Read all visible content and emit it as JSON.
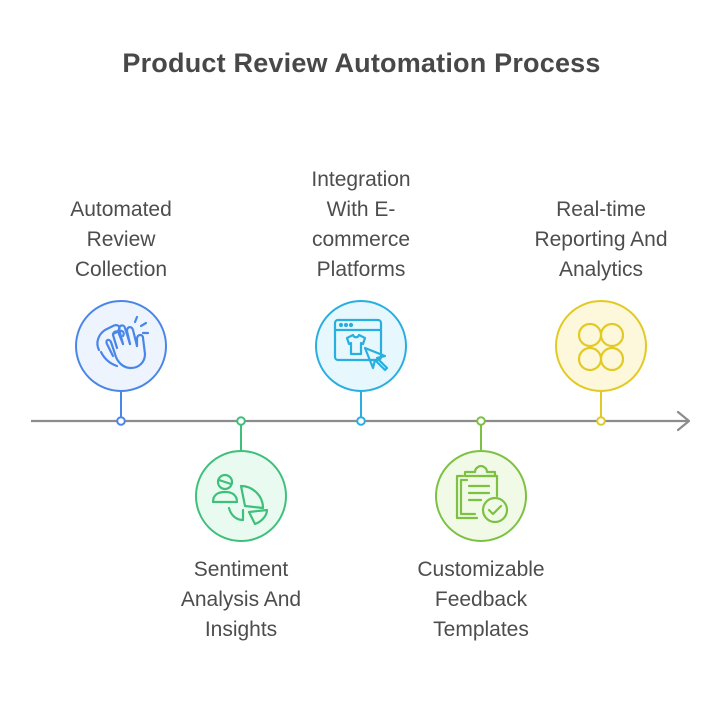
{
  "title": "Product Review Automation Process",
  "steps": [
    {
      "label_lines": [
        "Automated",
        "Review",
        "Collection"
      ],
      "icon": "clapping-hands-icon",
      "position": "above",
      "stroke": "#4a86e8",
      "fill": "#eef4fe"
    },
    {
      "label_lines": [
        "Sentiment",
        "Analysis And",
        "Insights"
      ],
      "icon": "user-pie-chart-icon",
      "position": "below",
      "stroke": "#3fc07a",
      "fill": "#e9fbf1"
    },
    {
      "label_lines": [
        "Integration",
        "With E-",
        "commerce",
        "Platforms"
      ],
      "icon": "browser-shirt-cursor-icon",
      "position": "above",
      "stroke": "#29aee0",
      "fill": "#e6f7fd"
    },
    {
      "label_lines": [
        "Customizable",
        "Feedback",
        "Templates"
      ],
      "icon": "clipboard-check-icon",
      "position": "below",
      "stroke": "#7cc142",
      "fill": "#f1fae6"
    },
    {
      "label_lines": [
        "Real-time",
        "Reporting And",
        "Analytics"
      ],
      "icon": "four-circles-icon",
      "position": "above",
      "stroke": "#e2c923",
      "fill": "#fdf8dc"
    }
  ],
  "axis_color": "#8c8c8c"
}
